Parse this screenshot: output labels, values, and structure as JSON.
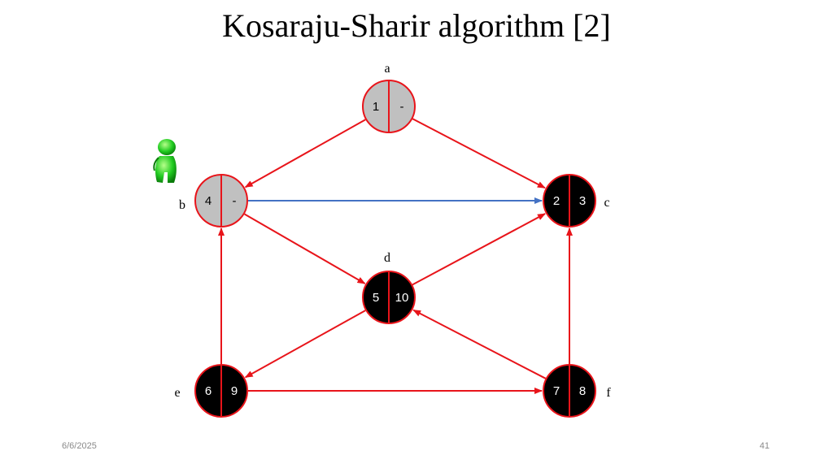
{
  "slide": {
    "title": "Kosaraju-Sharir algorithm [2]",
    "date": "6/6/2025",
    "page_number": "41"
  },
  "colors": {
    "edge": "#e8141a",
    "highlight_edge": "#4472c4",
    "node_border": "#e8141a",
    "visited_fill": "#c0c0c0",
    "done_fill": "#000000",
    "visited_text": "#000000",
    "done_text": "#ffffff",
    "cursor": "#22cc22"
  },
  "graph": {
    "nodes": [
      {
        "id": "a",
        "label": "a",
        "pre": "1",
        "post": "-",
        "state": "visited"
      },
      {
        "id": "b",
        "label": "b",
        "pre": "4",
        "post": "-",
        "state": "visited"
      },
      {
        "id": "c",
        "label": "c",
        "pre": "2",
        "post": "3",
        "state": "done"
      },
      {
        "id": "d",
        "label": "d",
        "pre": "5",
        "post": "10",
        "state": "done"
      },
      {
        "id": "e",
        "label": "e",
        "pre": "6",
        "post": "9",
        "state": "done"
      },
      {
        "id": "f",
        "label": "f",
        "pre": "7",
        "post": "8",
        "state": "done"
      }
    ],
    "edges": [
      {
        "from": "a",
        "to": "b",
        "highlight": false
      },
      {
        "from": "a",
        "to": "c",
        "highlight": false
      },
      {
        "from": "b",
        "to": "c",
        "highlight": true
      },
      {
        "from": "b",
        "to": "d",
        "highlight": false
      },
      {
        "from": "d",
        "to": "c",
        "highlight": false
      },
      {
        "from": "d",
        "to": "e",
        "highlight": false
      },
      {
        "from": "e",
        "to": "b",
        "highlight": false
      },
      {
        "from": "e",
        "to": "f",
        "highlight": false
      },
      {
        "from": "f",
        "to": "c",
        "highlight": false
      },
      {
        "from": "f",
        "to": "d",
        "highlight": false
      }
    ],
    "cursor_icon": "person-pointer-icon",
    "cursor_at": "b"
  }
}
